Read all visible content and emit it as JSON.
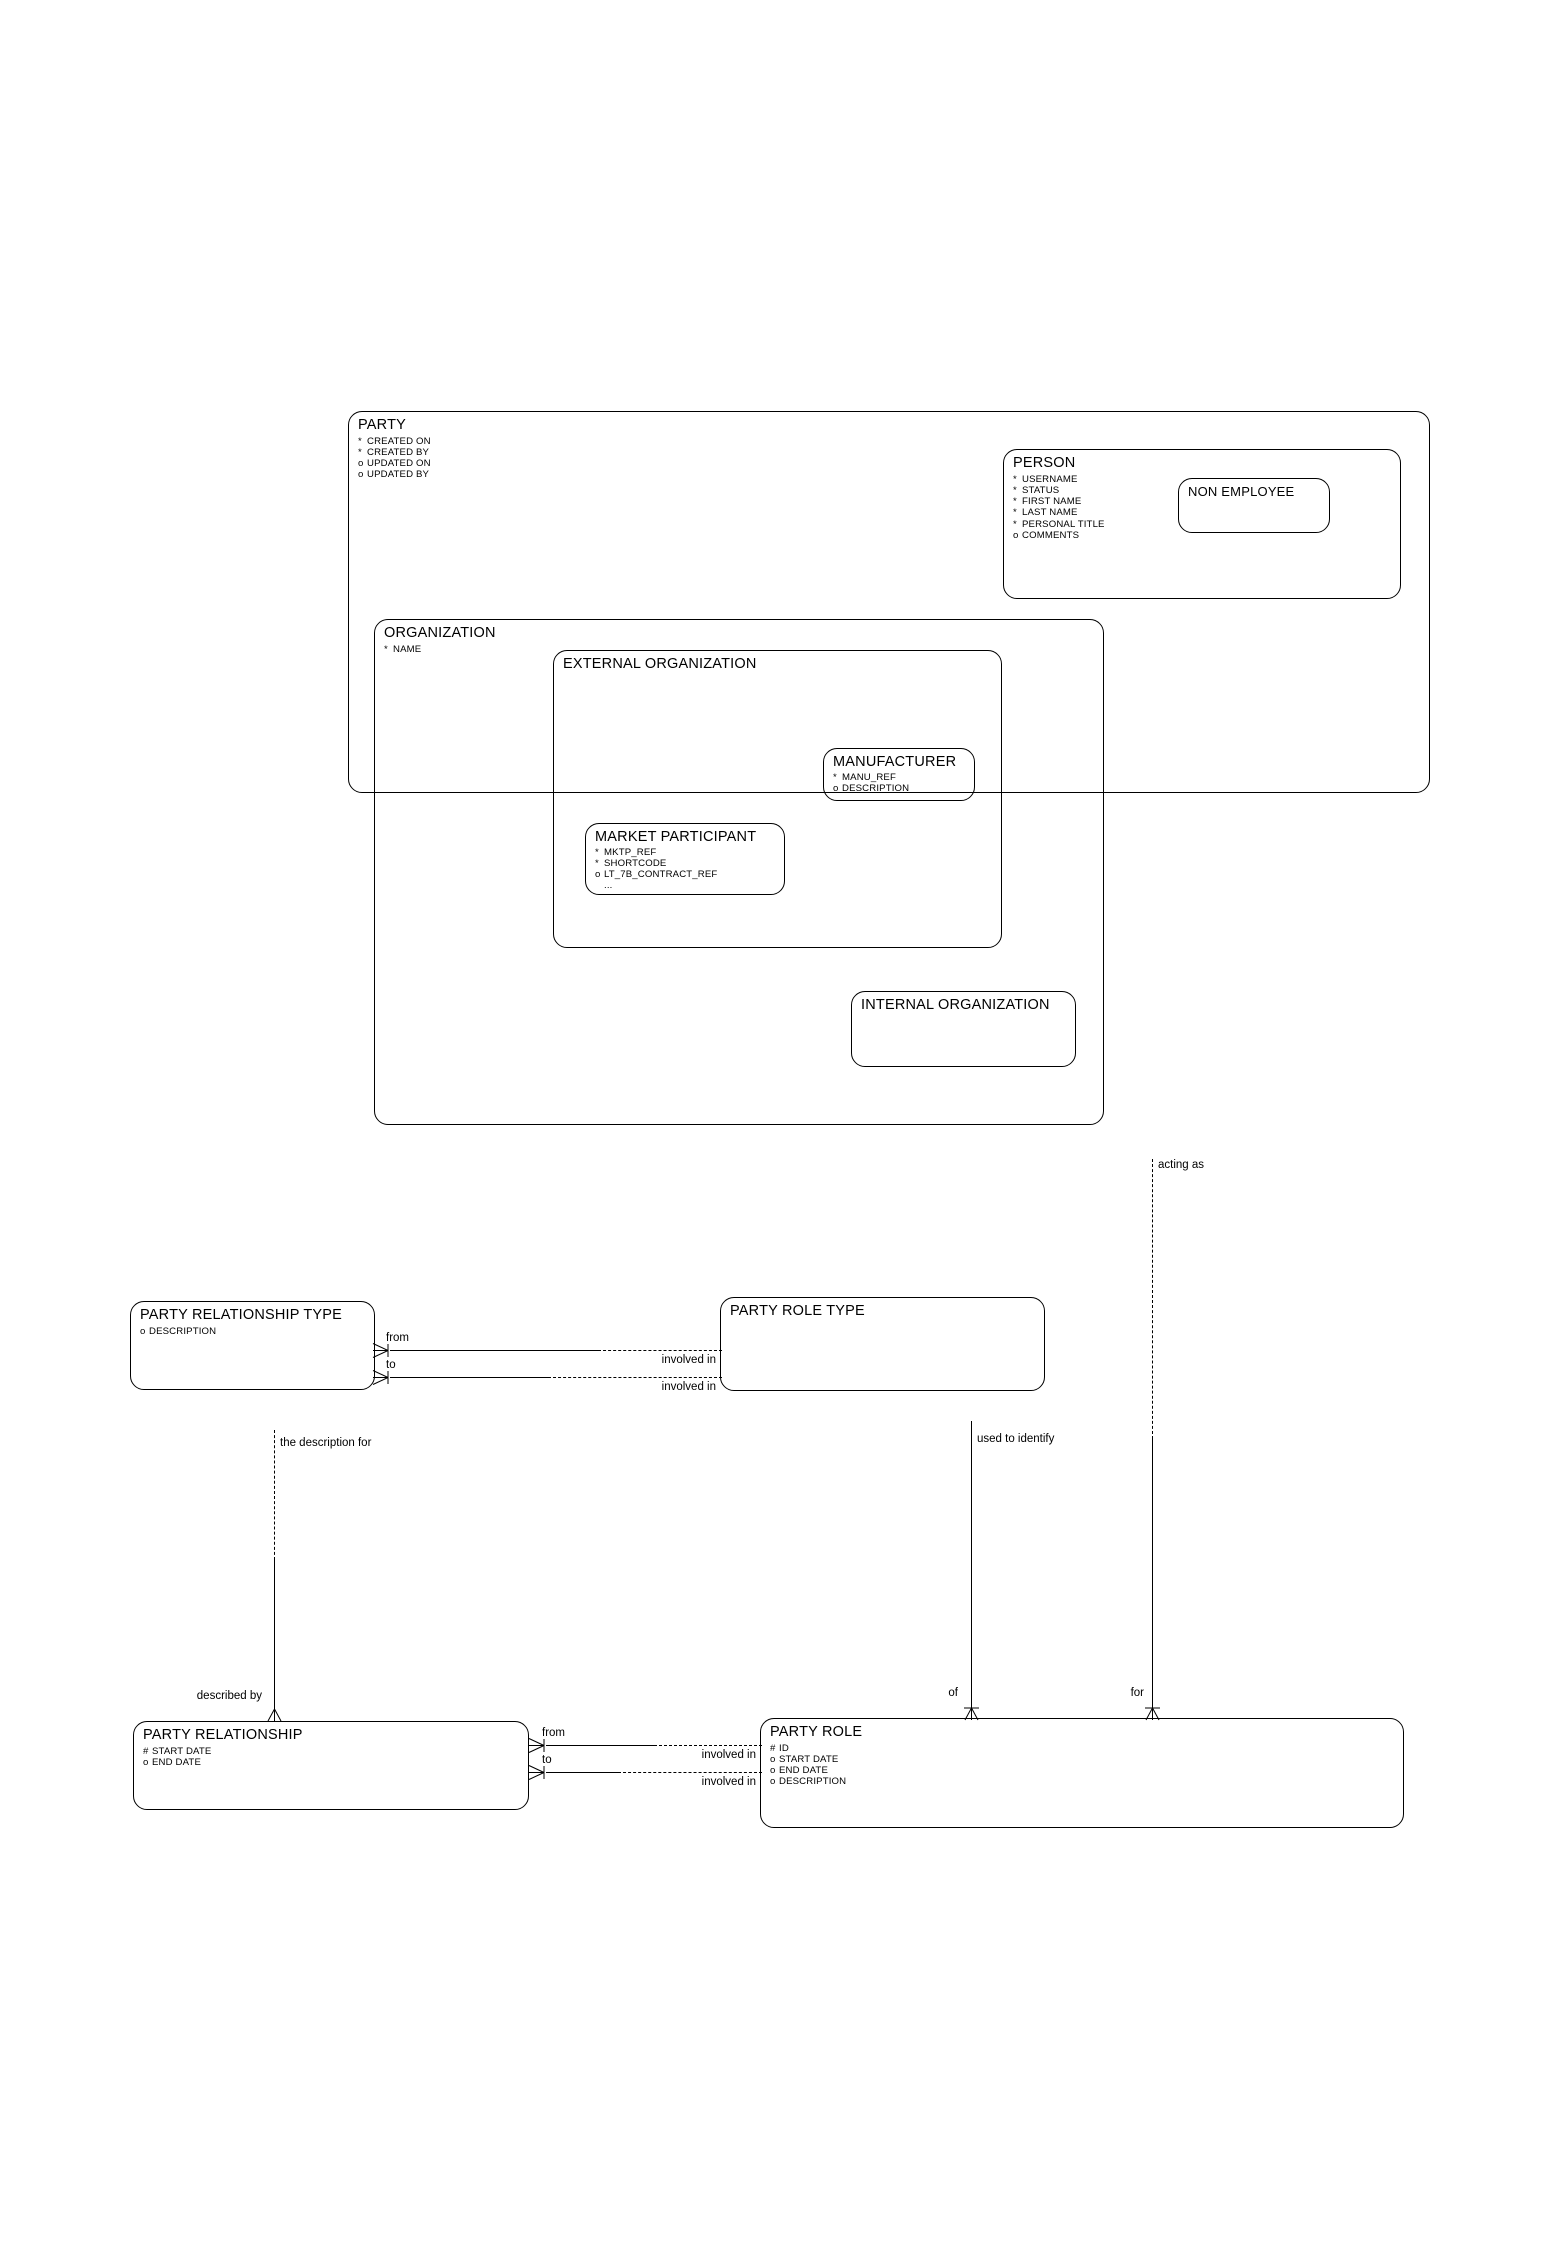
{
  "diagram": {
    "type": "entity-relationship-diagram",
    "notation": "barker-crowsfoot",
    "background": "#ffffff",
    "stroke": "#000000"
  },
  "entities": [
    {
      "id": "party",
      "name": "PARTY",
      "attributes": [
        {
          "mark": "*",
          "name": "CREATED ON"
        },
        {
          "mark": "*",
          "name": "CREATED BY"
        },
        {
          "mark": "o",
          "name": "UPDATED ON"
        },
        {
          "mark": "o",
          "name": "UPDATED BY"
        }
      ]
    },
    {
      "id": "person",
      "name": "PERSON",
      "attributes": [
        {
          "mark": "*",
          "name": "USERNAME"
        },
        {
          "mark": "*",
          "name": "STATUS"
        },
        {
          "mark": "*",
          "name": "FIRST NAME"
        },
        {
          "mark": "*",
          "name": "LAST NAME"
        },
        {
          "mark": "*",
          "name": "PERSONAL TITLE"
        },
        {
          "mark": "o",
          "name": "COMMENTS"
        }
      ]
    },
    {
      "id": "non-employee",
      "name": "NON EMPLOYEE",
      "attributes": []
    },
    {
      "id": "organization",
      "name": "ORGANIZATION",
      "attributes": [
        {
          "mark": "*",
          "name": "NAME"
        }
      ]
    },
    {
      "id": "external-organization",
      "name": "EXTERNAL ORGANIZATION",
      "attributes": []
    },
    {
      "id": "manufacturer",
      "name": "MANUFACTURER",
      "attributes": [
        {
          "mark": "*",
          "name": "MANU_REF"
        },
        {
          "mark": "o",
          "name": "DESCRIPTION"
        }
      ]
    },
    {
      "id": "market-participant",
      "name": "MARKET PARTICIPANT",
      "attributes": [
        {
          "mark": "*",
          "name": "MKTP_REF"
        },
        {
          "mark": "*",
          "name": "SHORTCODE"
        },
        {
          "mark": "o",
          "name": "LT_7B_CONTRACT_REF"
        },
        {
          "mark": "",
          "name": "..."
        }
      ]
    },
    {
      "id": "internal-organization",
      "name": "INTERNAL ORGANIZATION",
      "attributes": []
    },
    {
      "id": "party-relationship-type",
      "name": "PARTY RELATIONSHIP TYPE",
      "attributes": [
        {
          "mark": "o",
          "name": "DESCRIPTION"
        }
      ]
    },
    {
      "id": "party-role-type",
      "name": "PARTY ROLE TYPE",
      "attributes": []
    },
    {
      "id": "party-relationship",
      "name": "PARTY RELATIONSHIP",
      "attributes": [
        {
          "mark": "#",
          "name": "START DATE"
        },
        {
          "mark": "o",
          "name": "END DATE"
        }
      ]
    },
    {
      "id": "party-role",
      "name": "PARTY ROLE",
      "attributes": [
        {
          "mark": "#",
          "name": "ID"
        },
        {
          "mark": "o",
          "name": "START DATE"
        },
        {
          "mark": "o",
          "name": "END DATE"
        },
        {
          "mark": "o",
          "name": "DESCRIPTION"
        }
      ]
    }
  ],
  "relationships": [
    {
      "id": "acting-as",
      "label": "acting as"
    },
    {
      "id": "prt-from",
      "label": "from"
    },
    {
      "id": "prt-to",
      "label": "to"
    },
    {
      "id": "prt-involved-in-1",
      "label": "involved in"
    },
    {
      "id": "prt-involved-in-2",
      "label": "involved in"
    },
    {
      "id": "the-description-for",
      "label": "the description for"
    },
    {
      "id": "described-by",
      "label": "described by"
    },
    {
      "id": "used-to-identify",
      "label": "used to identify"
    },
    {
      "id": "of",
      "label": "of"
    },
    {
      "id": "for",
      "label": "for"
    },
    {
      "id": "pr-from",
      "label": "from"
    },
    {
      "id": "pr-to",
      "label": "to"
    },
    {
      "id": "pr-involved-in-1",
      "label": "involved in"
    },
    {
      "id": "pr-involved-in-2",
      "label": "involved in"
    }
  ]
}
